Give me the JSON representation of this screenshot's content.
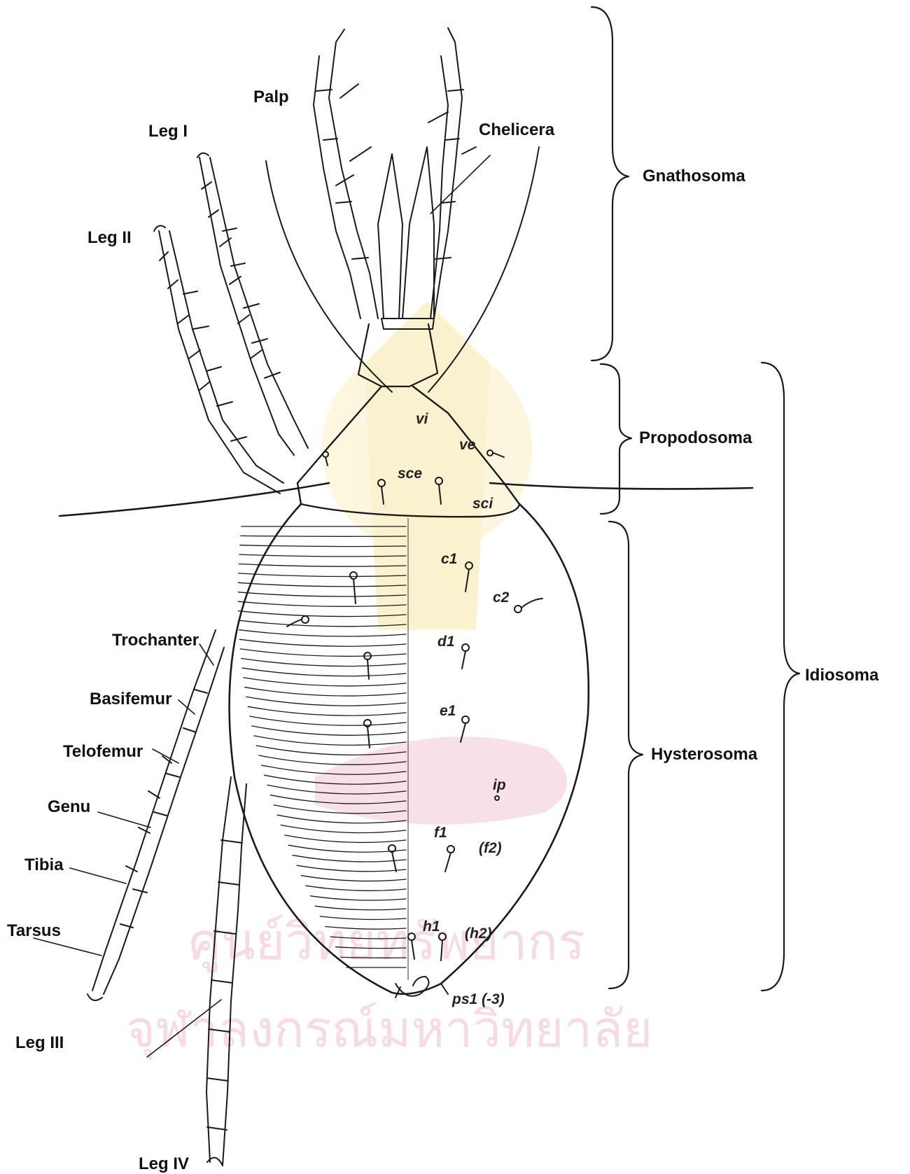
{
  "watermark": {
    "line1": "ศูนย์วิทยทรัพยากร",
    "line2": "จุฬาลงกรณ์มหาวิทยาลัย",
    "logo_color": "#f3c7d6",
    "seal_color": "#f7e7a8"
  },
  "labels": {
    "palp": "Palp",
    "leg1": "Leg I",
    "leg2": "Leg II",
    "chelicera": "Chelicera",
    "gnathosoma": "Gnathosoma",
    "propodosoma": "Propodosoma",
    "idiosoma": "Idiosoma",
    "hysterosoma": "Hysterosoma",
    "trochanter": "Trochanter",
    "basifemur": "Basifemur",
    "telofemur": "Telofemur",
    "genu": "Genu",
    "tibia": "Tibia",
    "tarsus": "Tarsus",
    "leg3": "Leg III",
    "leg4": "Leg IV"
  },
  "setae": {
    "vi": "vi",
    "ve": "ve",
    "sce": "sce",
    "sci": "sci",
    "c1": "c1",
    "c2": "c2",
    "d1": "d1",
    "e1": "e1",
    "ip": "ip",
    "f1": "f1",
    "f2": "(f2)",
    "h1": "h1",
    "h2": "(h2)",
    "ps": "ps1 (-3)"
  }
}
